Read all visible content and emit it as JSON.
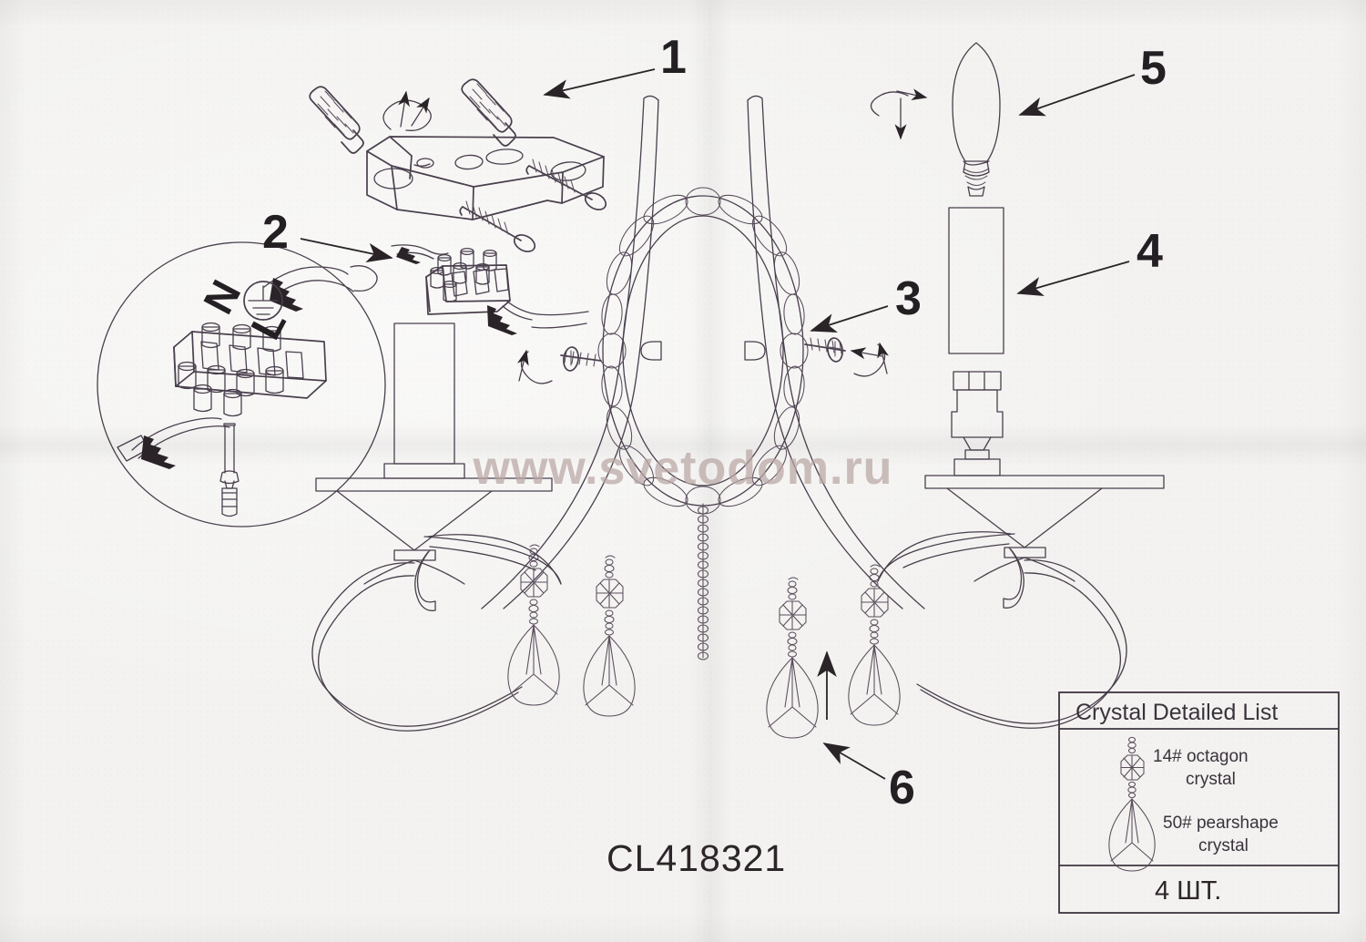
{
  "document": {
    "type": "assembly-instruction-diagram",
    "product_code": "CL418321",
    "watermark": "www.svetodom.ru",
    "paper_color": "#f3f2f0",
    "ink_color": "#4a3f4d",
    "label_color": "#241f23",
    "watermark_color": "#b9a7a4"
  },
  "callouts": [
    {
      "id": "1",
      "label": "1",
      "target": "mounting-bracket"
    },
    {
      "id": "2",
      "label": "2",
      "target": "terminal-block-wiring"
    },
    {
      "id": "3",
      "label": "3",
      "target": "fixing-screw"
    },
    {
      "id": "4",
      "label": "4",
      "target": "lamp-shade"
    },
    {
      "id": "5",
      "label": "5",
      "target": "candle-bulb"
    },
    {
      "id": "6",
      "label": "6",
      "target": "crystal-pendant"
    }
  ],
  "wiring": {
    "neutral_label": "N",
    "live_label": "L",
    "earth_label": "earth-ground-symbol"
  },
  "legend": {
    "title": "Crystal Detailed List",
    "rows": [
      {
        "code": "14#",
        "name": "octagon",
        "name2": "crystal",
        "icon": "octagon-crystal-icon"
      },
      {
        "code": "50#",
        "name": "pearshape",
        "name2": "crystal",
        "icon": "pearshape-crystal-icon"
      }
    ],
    "quantity": "4 ШТ."
  }
}
